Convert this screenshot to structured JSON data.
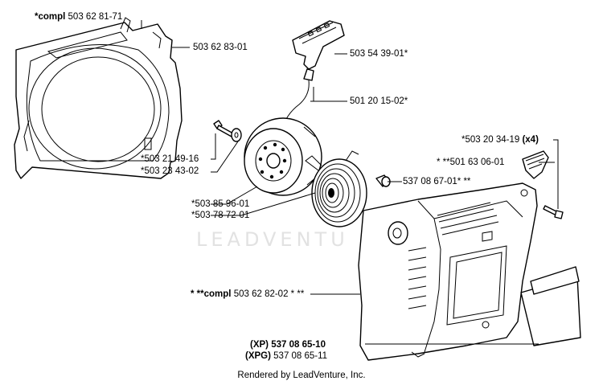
{
  "watermark": "LEADVENTU",
  "footer": "Rendered by LeadVenture, Inc.",
  "labels": {
    "l1": {
      "prefix": "*compl",
      "text": " 503 62 81-71"
    },
    "l2": {
      "text": "503 62 83-01"
    },
    "l3": {
      "text": "503 54 39-01*"
    },
    "l4": {
      "text": "501 20 15-02*"
    },
    "l5": {
      "text": "*503 20 34-19 ",
      "suffix": "(x4)"
    },
    "l6": {
      "text": "* **501 63 06-01"
    },
    "l7": {
      "text": "*503 21 49-16"
    },
    "l8": {
      "text": "*503 23 43-02"
    },
    "l9": {
      "text": "537 08 67-01* **"
    },
    "l10": {
      "text": "*503 85 96-01"
    },
    "l11": {
      "text": "*503 78 72-01"
    },
    "l12": {
      "prefix": "* **compl",
      "text": " 503 62 82-02",
      "suffix": "  * **"
    },
    "l13": {
      "prefix": "(XP) 537 08 65-10"
    },
    "l14": {
      "prefix": "(XPG)",
      "text": " 537 08 65-11"
    }
  }
}
